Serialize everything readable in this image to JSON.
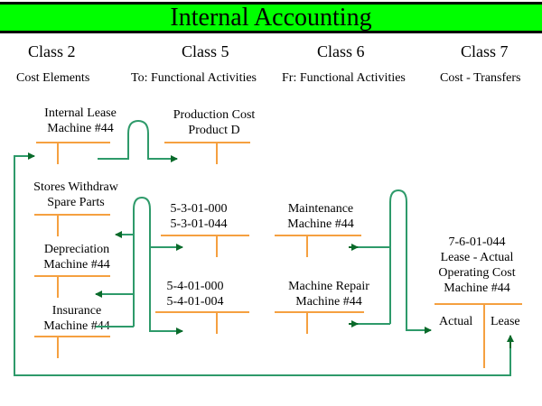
{
  "title": "Internal Accounting",
  "colors": {
    "title_bg": "#00ff00",
    "taccount": "#f5a040",
    "flow": "#2e9a6a",
    "flow_dark": "#0a6a2a"
  },
  "columns": [
    {
      "class": "Class 2",
      "subtitle": "Cost Elements"
    },
    {
      "class": "Class 5",
      "subtitle": "To: Functional Activities"
    },
    {
      "class": "Class 6",
      "subtitle": "Fr: Functional Activities"
    },
    {
      "class": "Class 7",
      "subtitle": "Cost - Transfers"
    }
  ],
  "accounts": {
    "internal_lease": [
      "Internal Lease",
      "Machine #44"
    ],
    "stores_withdraw": [
      "Stores Withdraw",
      "Spare Parts"
    ],
    "depreciation": [
      "Depreciation",
      "Machine #44"
    ],
    "insurance": [
      "Insurance",
      "Machine #44"
    ],
    "production_cost": [
      "Production Cost",
      "Product D"
    ],
    "acct_5301": [
      "5-3-01-000",
      "5-3-01-044"
    ],
    "acct_5401": [
      "5-4-01-000",
      "5-4-01-004"
    ],
    "maintenance": [
      "Maintenance",
      "Machine #44"
    ],
    "machine_repair": [
      "Machine Repair",
      "Machine #44"
    ],
    "lease_actual": [
      "7-6-01-044",
      "Lease - Actual",
      "Operating Cost",
      "Machine #44"
    ]
  },
  "final_account_sides": {
    "left": "Actual",
    "right": "Lease"
  }
}
